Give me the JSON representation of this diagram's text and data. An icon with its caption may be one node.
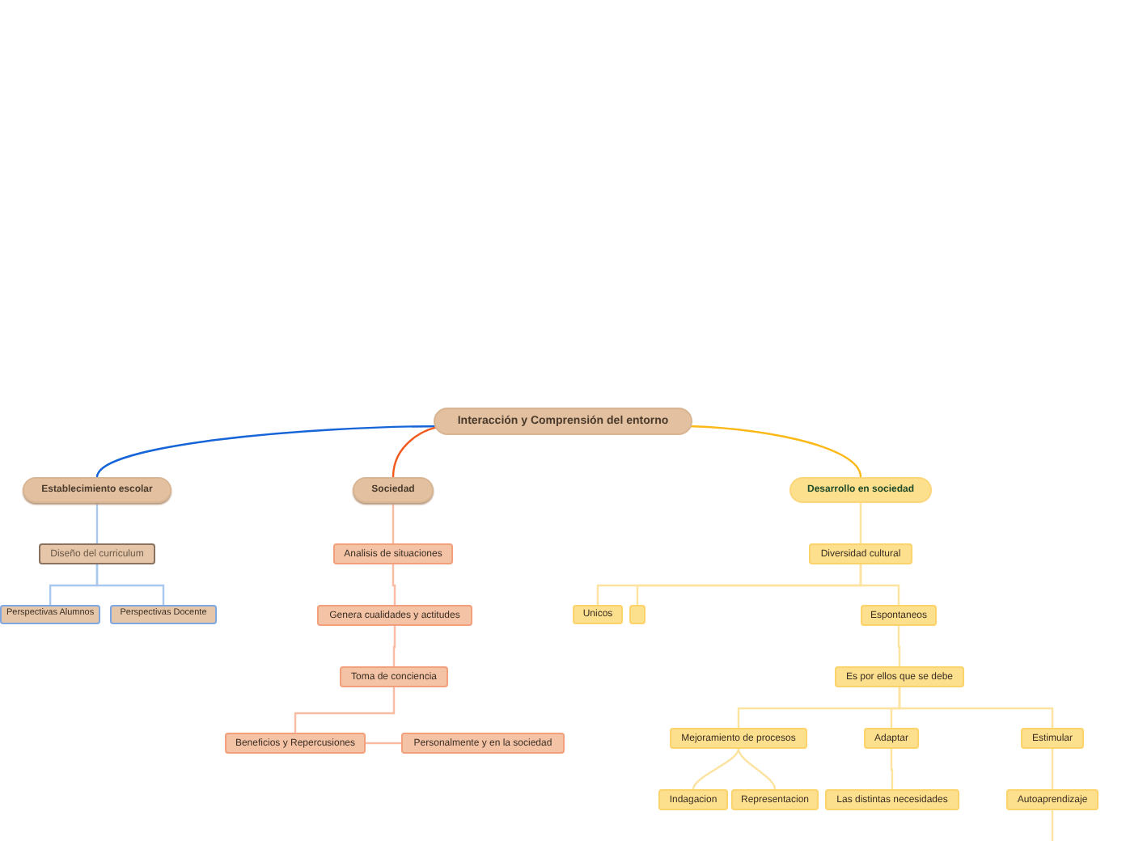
{
  "diagram": {
    "nodes": [
      {
        "text": [
          "Interacción y Comprensión del entorno"
        ]
      },
      {
        "text": [
          "Establecimiento escolar"
        ]
      },
      {
        "text": [
          "Sociedad"
        ]
      },
      {
        "text": [
          "Desarrollo en sociedad"
        ]
      },
      {
        "text": [
          "Diseño del curriculum"
        ]
      },
      {
        "text": [
          "Perspectivas Alumnos"
        ]
      },
      {
        "text": [
          "Perspectivas Docente"
        ]
      },
      {
        "text": [
          "Analisis de situaciones"
        ]
      },
      {
        "text": [
          "Genera cualidades y actitudes"
        ]
      },
      {
        "text": [
          "Toma de conciencia"
        ]
      },
      {
        "text": [
          "Beneficios y Repercusiones"
        ]
      },
      {
        "text": [
          "Personalmente y en la sociedad"
        ]
      },
      {
        "text": [
          "Diversidad cultural"
        ]
      },
      {
        "text": [
          "Unicos"
        ]
      },
      {
        "text": [],
        "shape": "box"
      },
      {
        "text": [
          "Espontaneos"
        ]
      },
      {
        "text": [
          "Es por ellos que se debe"
        ]
      },
      {
        "text": [
          "Mejoramiento de procesos"
        ]
      },
      {
        "text": [
          "Adaptar"
        ]
      },
      {
        "text": [
          "Estimular"
        ]
      },
      {
        "text": [
          "Indagacion"
        ]
      },
      {
        "text": [
          "Representacion"
        ]
      },
      {
        "text": [
          "Las distintas necesidades"
        ]
      },
      {
        "text": [
          "Autoaprendizaje"
        ]
      }
    ],
    "edges": [
      {
        "from": 0,
        "to": 1,
        "arrow": "none",
        "color": "#1565d8"
      },
      {
        "from": 0,
        "to": 2,
        "arrow": "none",
        "color": "#f25a1d"
      },
      {
        "from": 0,
        "to": 3,
        "arrow": "none",
        "color": "#fbb817"
      },
      {
        "from": 1,
        "to": 4,
        "arrow": "none",
        "color": "#a9c8f0"
      },
      {
        "from": 4,
        "to": 5,
        "arrow": "none",
        "color": "#a9c8f0"
      },
      {
        "from": 4,
        "to": 6,
        "arrow": "none",
        "color": "#a9c8f0"
      },
      {
        "from": 2,
        "to": 7,
        "arrow": "none",
        "color": "#f8bba4"
      },
      {
        "from": 7,
        "to": 8,
        "arrow": "none",
        "color": "#f8bba4"
      },
      {
        "from": 8,
        "to": 9,
        "arrow": "none",
        "color": "#f8bba4"
      },
      {
        "from": 9,
        "to": 10,
        "arrow": "none",
        "color": "#f8bba4"
      },
      {
        "from": 10,
        "to": 11,
        "arrow": "none",
        "color": "#f8bba4"
      },
      {
        "from": 3,
        "to": 12,
        "arrow": "none"
      },
      {
        "from": 12,
        "to": 13,
        "arrow": "none"
      },
      {
        "from": 12,
        "to": 14,
        "arrow": "none"
      },
      {
        "from": 12,
        "to": 15,
        "arrow": "none"
      },
      {
        "from": 15,
        "to": 16,
        "arrow": "none"
      },
      {
        "from": 16,
        "to": 17,
        "arrow": "none"
      },
      {
        "from": 16,
        "to": 18,
        "arrow": "none"
      },
      {
        "from": 16,
        "to": 19,
        "arrow": "none"
      },
      {
        "from": 17,
        "to": 20,
        "arrow": "none"
      },
      {
        "from": 17,
        "to": 21,
        "arrow": "none"
      },
      {
        "from": 18,
        "to": 22,
        "arrow": "none"
      },
      {
        "from": 19,
        "to": 23,
        "arrow": "none"
      },
      {
        "from": 23,
        "to": null,
        "arrow": "none"
      }
    ]
  }
}
